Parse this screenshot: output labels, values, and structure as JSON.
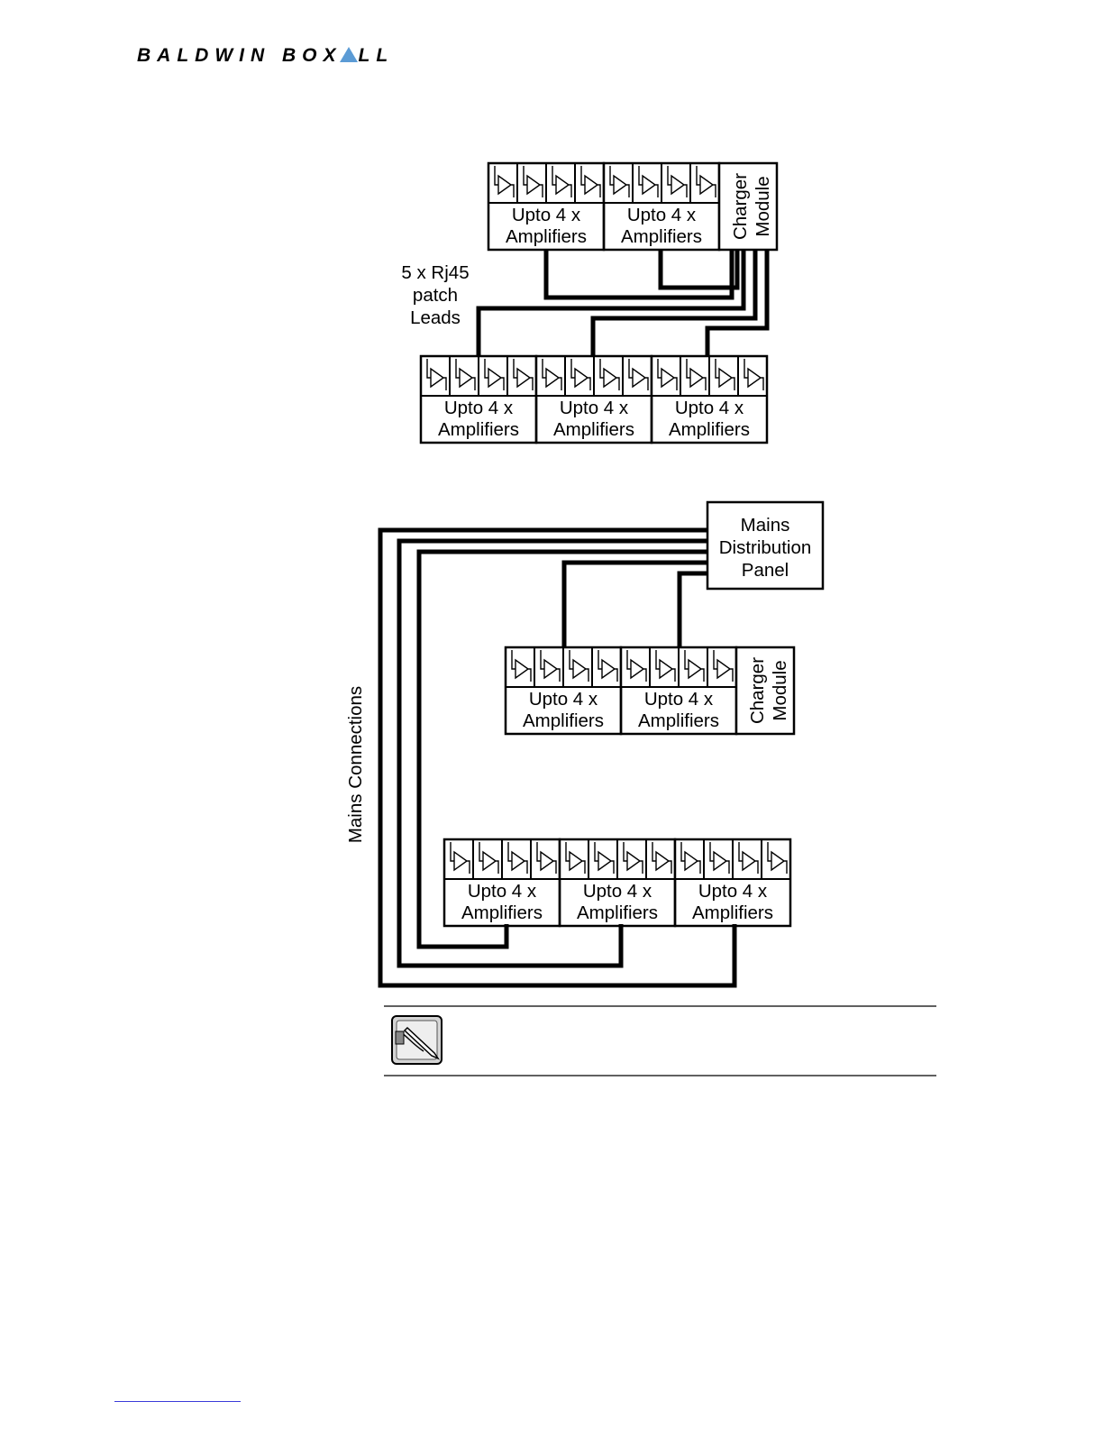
{
  "logo": {
    "part1": "BALDWIN BOX",
    "part2": "LL",
    "accent": "#5b9bd5"
  },
  "diagram": {
    "amp_line1": "Upto 4 x",
    "amp_line2": "Amplifiers",
    "charger_line1": "Charger",
    "charger_line2": "Module",
    "patch_line1": "5 x Rj45",
    "patch_line2": "patch",
    "patch_line3": "Leads",
    "mains_line1": "Mains",
    "mains_line2": "Distribution",
    "mains_line3": "Panel",
    "mains_connections": "Mains Connections"
  },
  "note": {
    "icon": "note-pencil-icon"
  }
}
